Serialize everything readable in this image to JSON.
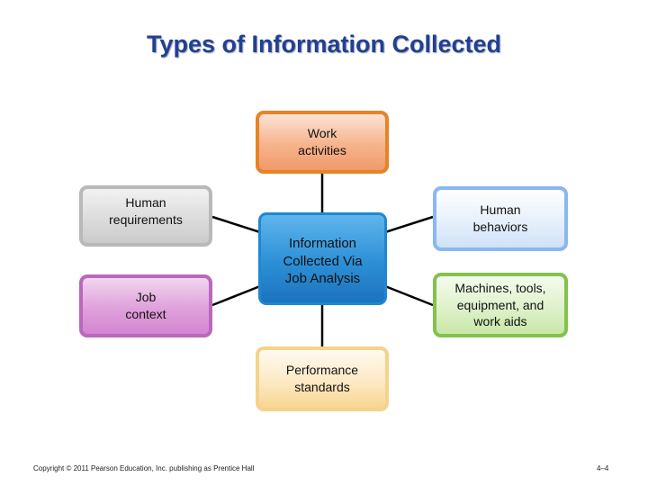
{
  "title": "Types of Information Collected",
  "nodes": {
    "work_activities": "Work activities",
    "human_requirements": "Human requirements",
    "job_context": "Job context",
    "center": "Information Collected Via Job Analysis",
    "human_behaviors": "Human behaviors",
    "machines_tools": "Machines, tools, equipment, and work aids",
    "performance_standards": "Performance standards"
  },
  "footer": {
    "copyright": "Copyright © 2011 Pearson Education, Inc. publishing as Prentice Hall",
    "page": "4–4"
  }
}
